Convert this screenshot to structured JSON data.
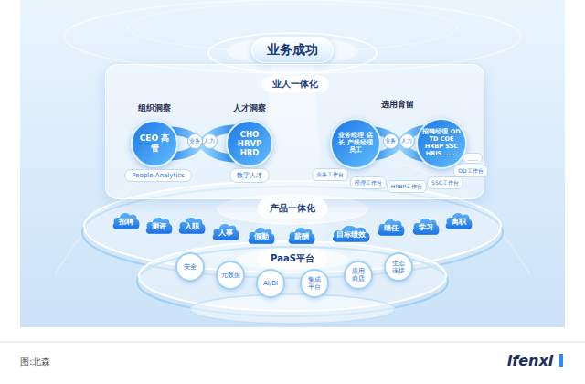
{
  "diagram": {
    "caption": "图:北森",
    "nodes": [
      {
        "text": [
          "业务成功"
        ]
      },
      {
        "text": [
          "业人一体化"
        ]
      },
      {
        "text": [
          "组织洞察",
          "CEO 高管"
        ],
        "in": 1
      },
      {
        "text": [
          "业务"
        ],
        "in": 1
      },
      {
        "text": [
          "人力"
        ],
        "in": 1
      },
      {
        "text": [
          "人才洞察",
          "CHO HRVP HRD"
        ],
        "in": 1
      },
      {
        "text": [
          "People Analytics"
        ],
        "in": 1
      },
      {
        "text": [
          "数字人才"
        ],
        "in": 1
      },
      {
        "text": [
          "业务经理 店长 产线经理 员工"
        ],
        "in": 1
      },
      {
        "text": [
          "业务"
        ],
        "in": 1
      },
      {
        "text": [
          "人力"
        ],
        "in": 1
      },
      {
        "text": [
          "招聘经理 OD TD COE HRBP SSC HRIS ......"
        ],
        "in": 1
      },
      {
        "text": [
          "业务工作台"
        ],
        "in": 1
      },
      {
        "text": [
          "经理工作台"
        ],
        "in": 1
      },
      {
        "text": [
          "HRBP工作台"
        ],
        "in": 1
      },
      {
        "text": [
          "SSC工作台"
        ],
        "in": 1
      },
      {
        "text": [
          "OD工作台"
        ],
        "in": 1
      },
      {
        "text": [
          "......"
        ],
        "in": 1
      },
      {
        "text": [
          "产品一体化"
        ]
      },
      {
        "text": [
          "招聘"
        ]
      },
      {
        "text": [
          "测评"
        ]
      },
      {
        "text": [
          "入职"
        ]
      },
      {
        "text": [
          "人事"
        ]
      },
      {
        "text": [
          "假勤"
        ]
      },
      {
        "text": [
          "薪酬"
        ]
      },
      {
        "text": [
          "目标绩效"
        ]
      },
      {
        "text": [
          "继任"
        ]
      },
      {
        "text": [
          "学习"
        ]
      },
      {
        "text": [
          "离职"
        ]
      },
      {
        "text": [
          "PaaS平台"
        ]
      },
      {
        "text": [
          "安全"
        ]
      },
      {
        "text": [
          "元数据"
        ]
      },
      {
        "text": [
          "AI/BI"
        ]
      },
      {
        "text": [
          "集成平台"
        ]
      },
      {
        "text": [
          "应用商店"
        ]
      },
      {
        "text": [
          "生态连接"
        ]
      }
    ],
    "labels": [
      "选用育留",
      "ifenxi"
    ]
  }
}
